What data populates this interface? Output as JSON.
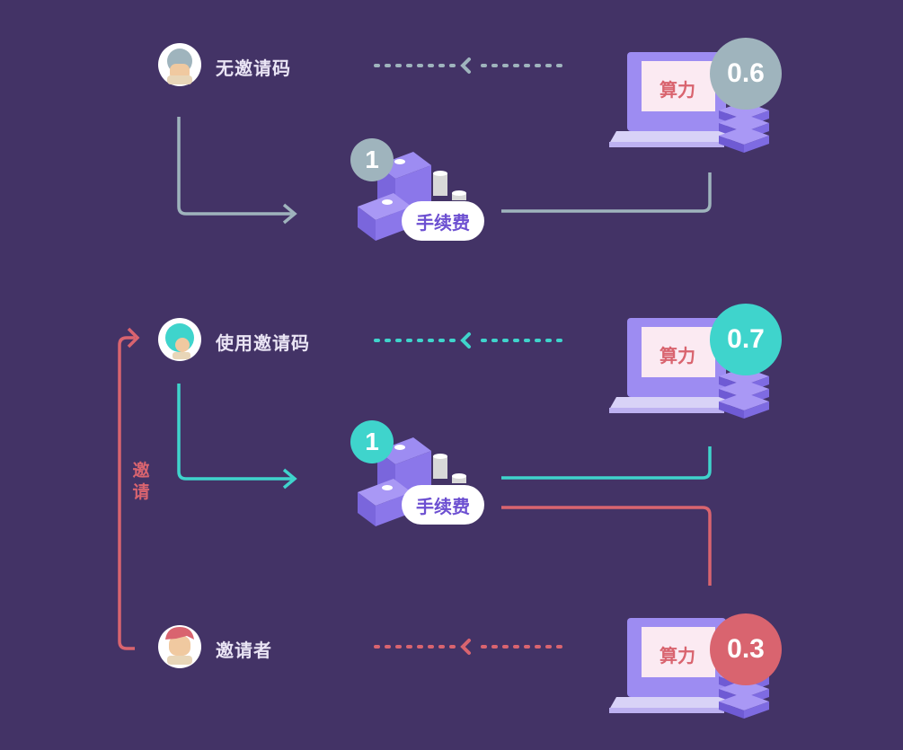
{
  "rows": [
    {
      "user_label": "无邀请码",
      "fee_count": "1",
      "fee_label": "手续费",
      "compute_label": "算力",
      "compute_value": "0.6"
    },
    {
      "user_label": "使用邀请码",
      "fee_count": "1",
      "fee_label": "手续费",
      "compute_label": "算力",
      "compute_value": "0.7"
    },
    {
      "user_label": "邀请者",
      "compute_label": "算力",
      "compute_value": "0.3"
    }
  ],
  "invite_link_label": "邀请",
  "colors": {
    "background": "#433366",
    "gray_flow": "#9fb4bd",
    "teal_flow": "#3fd4cc",
    "red_flow": "#d9646f"
  }
}
